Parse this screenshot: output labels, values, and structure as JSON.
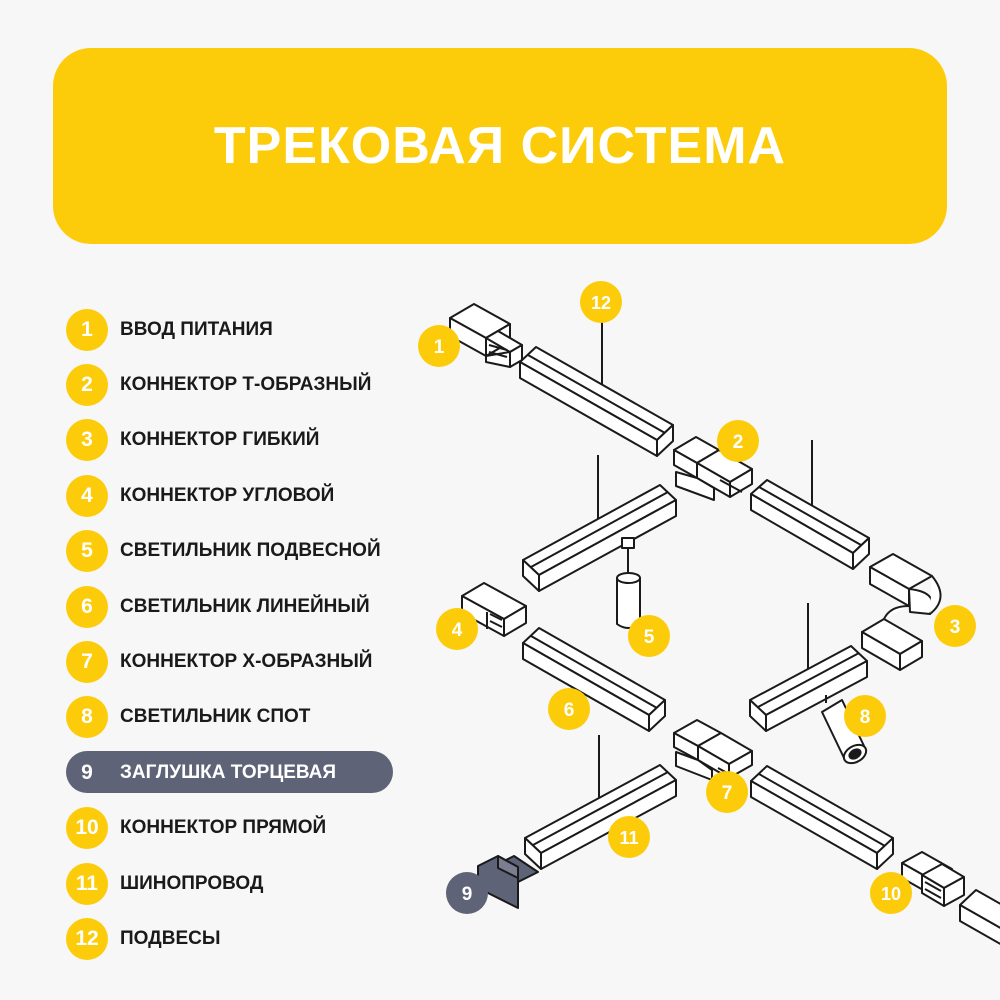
{
  "title": "ТРЕКОВАЯ СИСТЕМА",
  "colors": {
    "accent": "#fccc0b",
    "highlight": "#5f6377",
    "line": "#1a1a1a"
  },
  "legend": [
    {
      "num": "1",
      "label": "ВВОД ПИТАНИЯ"
    },
    {
      "num": "2",
      "label": "КОННЕКТОР Т-ОБРАЗНЫЙ"
    },
    {
      "num": "3",
      "label": "КОННЕКТОР ГИБКИЙ"
    },
    {
      "num": "4",
      "label": "КОННЕКТОР УГЛОВОЙ"
    },
    {
      "num": "5",
      "label": "СВЕТИЛЬНИК ПОДВЕСНОЙ"
    },
    {
      "num": "6",
      "label": "СВЕТИЛЬНИК ЛИНЕЙНЫЙ"
    },
    {
      "num": "7",
      "label": "КОННЕКТОР Х-ОБРАЗНЫЙ"
    },
    {
      "num": "8",
      "label": "СВЕТИЛЬНИК СПОТ"
    },
    {
      "num": "9",
      "label": "ЗАГЛУШКА ТОРЦЕВАЯ",
      "active": true
    },
    {
      "num": "10",
      "label": "КОННЕКТОР ПРЯМОЙ"
    },
    {
      "num": "11",
      "label": "ШИНОПРОВОД"
    },
    {
      "num": "12",
      "label": "ПОДВЕСЫ"
    }
  ],
  "callouts": [
    "1",
    "2",
    "3",
    "4",
    "5",
    "6",
    "7",
    "8",
    "9",
    "10",
    "11",
    "12"
  ]
}
